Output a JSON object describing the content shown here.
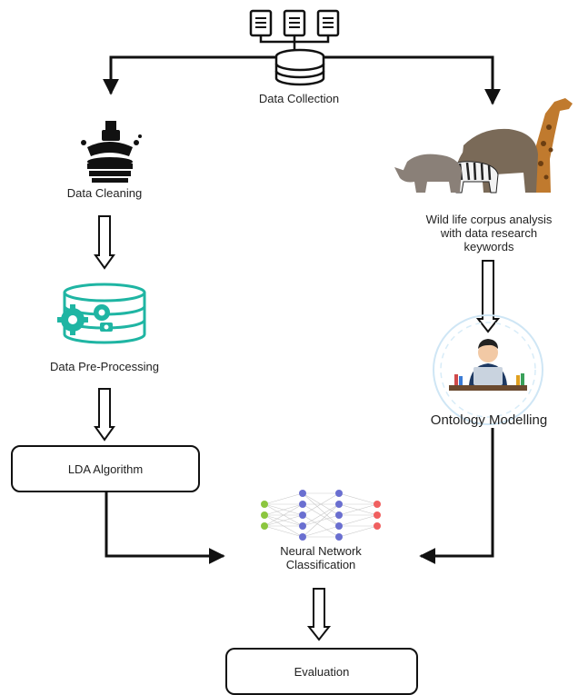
{
  "nodes": {
    "data_collection": "Data Collection",
    "data_cleaning": "Data Cleaning",
    "data_preprocessing": "Data Pre-Processing",
    "lda": "LDA Algorithm",
    "wildlife_line1": "Wild life corpus analysis",
    "wildlife_line2": "with data research",
    "wildlife_line3": "keywords",
    "ontology": "Ontology Modelling",
    "nn_line1": "Neural Network",
    "nn_line2": "Classification",
    "evaluation": "Evaluation"
  },
  "colors": {
    "line": "#111111",
    "teal": "#1fb5a3",
    "nn_input": "#8cc63f",
    "nn_hidden": "#6a6fd0",
    "nn_output": "#f06060"
  }
}
